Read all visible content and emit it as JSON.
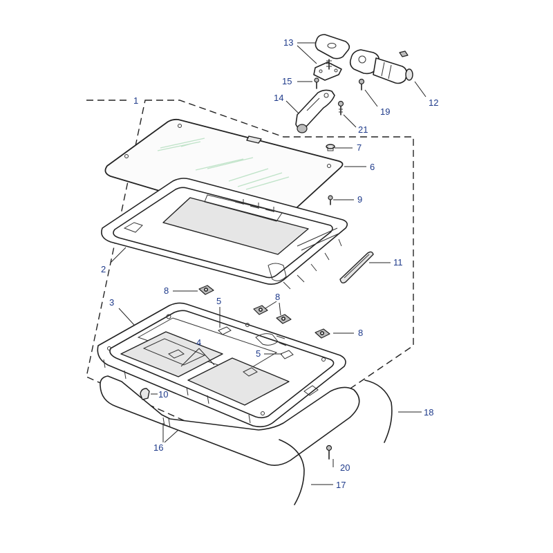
{
  "diagram": {
    "callouts": [
      "1",
      "2",
      "3",
      "4",
      "5",
      "5",
      "6",
      "7",
      "8",
      "8",
      "8",
      "9",
      "10",
      "11",
      "12",
      "13",
      "14",
      "15",
      "16",
      "17",
      "18",
      "19",
      "20",
      "21"
    ]
  },
  "colors": {
    "callout_text": "#1e3a8a",
    "line": "#222222",
    "glass_tint": "#bfe3c8",
    "background": "#ffffff"
  }
}
